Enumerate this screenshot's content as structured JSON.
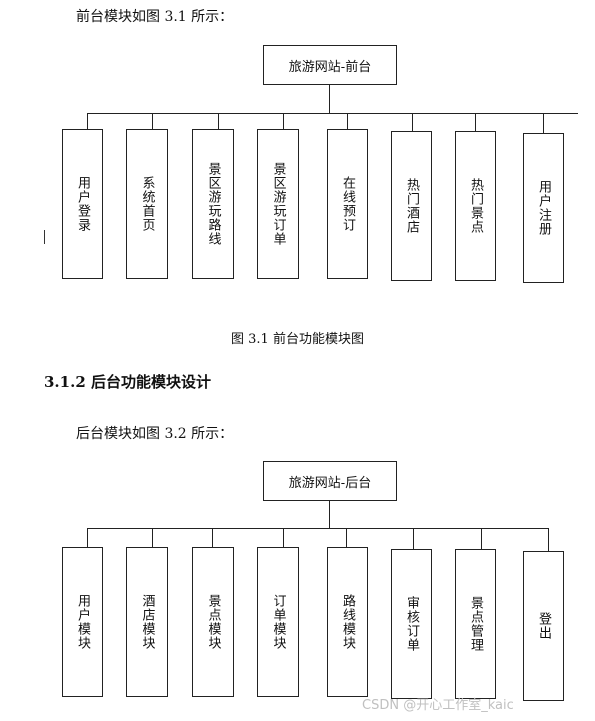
{
  "intro_front": "前台模块如图 3.1 所示：",
  "diagram_front": {
    "root": "旅游网站-前台",
    "children": [
      "用户登录",
      "系统首页",
      "景区游玩路线",
      "景区游玩订单",
      "在线预订",
      "热门酒店",
      "热门景点",
      "用户注册"
    ]
  },
  "caption_front": "图 3.1 前台功能模块图",
  "section_heading": "3.1.2  后台功能模块设计",
  "intro_back": "后台模块如图 3.2 所示：",
  "diagram_back": {
    "root": "旅游网站-后台",
    "children": [
      "用户模块",
      "酒店模块",
      "景点模块",
      "订单模块",
      "路线模块",
      "审核订单",
      "景点管理",
      "登出"
    ]
  },
  "watermark": "CSDN @开心工作室_kaic"
}
